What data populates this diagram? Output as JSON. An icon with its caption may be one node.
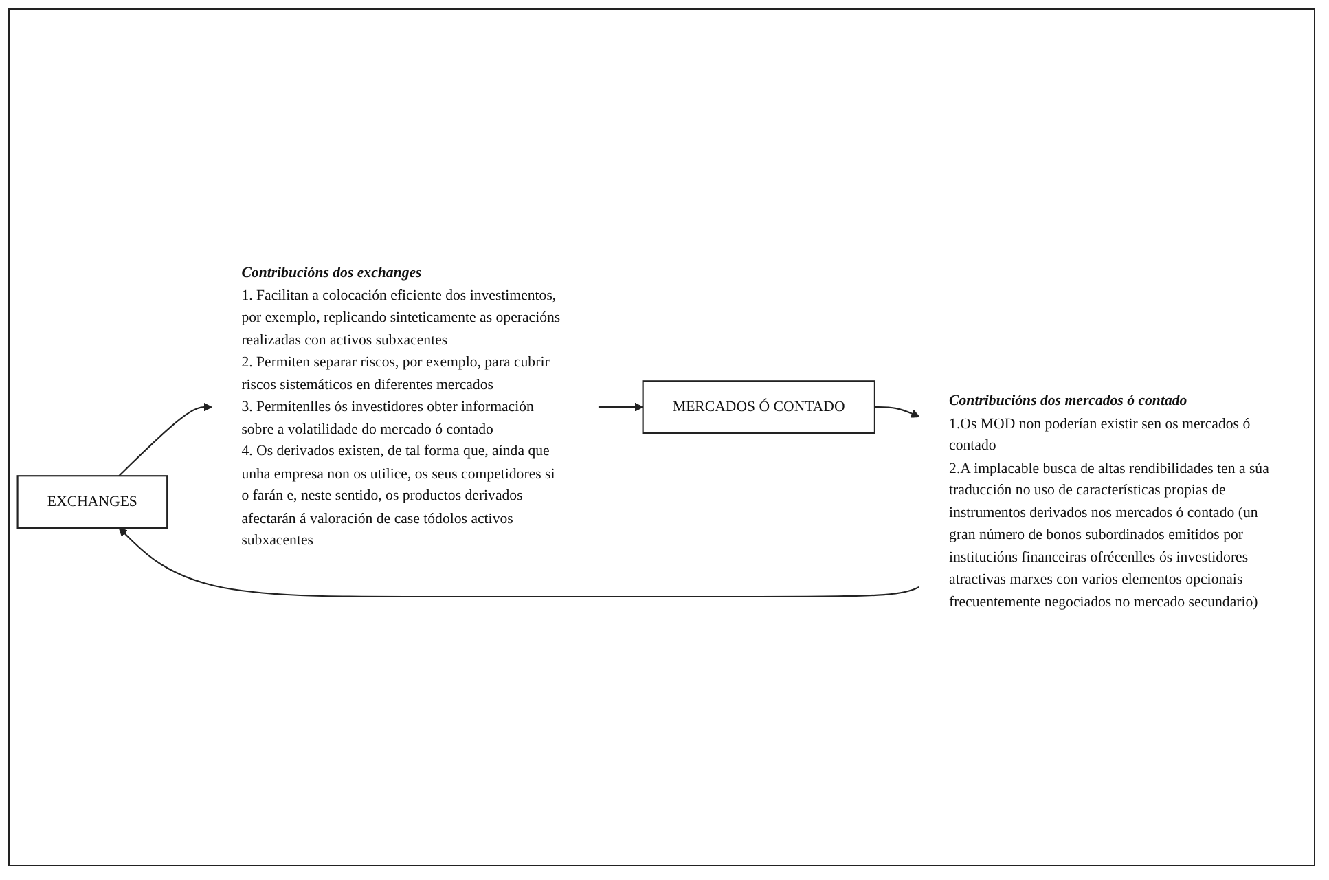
{
  "diagram": {
    "nodes": [
      {
        "text": [
          "EXCHANGES"
        ]
      },
      {
        "text": [
          "Contribucións dos exchanges",
          "1. Facilitan a colocación eficiente dos investimentos, por exemplo, replicando sinteticamente as operacións realizadas con activos subxacentes",
          "2. Permiten separar riscos, por exemplo, para cubrir riscos sistemáticos en diferentes mercados",
          "3. Permítenlles ós investidores obter información sobre a volatilidade do mercado ó contado",
          "4. Os derivados existen, de tal forma que, aínda que unha empresa non os utilice, os seus competidores si o farán e, neste sentido, os productos derivados afectarán á valoración de case tódolos activos subxacentes"
        ]
      },
      {
        "text": [
          "Contribucións dos mercados ó contado",
          "1.Os MOD non poderían existir sen os mercados ó contado",
          "2.A implacable busca de altas rendibilidades ten a súa traducción no uso de características propias de instrumentos derivados nos mercados ó contado (un gran número de bonos subordinados emitidos por institucións financeiras ofrécenlles ós investidores atractivas marxes con varios elementos opcionais frecuentemente negociados no mercado secundario)"
        ]
      },
      {
        "text": [
          "MERCADOS Ó CONTADO"
        ]
      }
    ],
    "edges": [
      {
        "from": 0,
        "to": 1,
        "arrow": "to"
      },
      {
        "from": 1,
        "to": 3,
        "arrow": "to"
      },
      {
        "from": 3,
        "to": 2,
        "arrow": "to"
      },
      {
        "from": 2,
        "to": 0,
        "arrow": "to"
      }
    ]
  }
}
